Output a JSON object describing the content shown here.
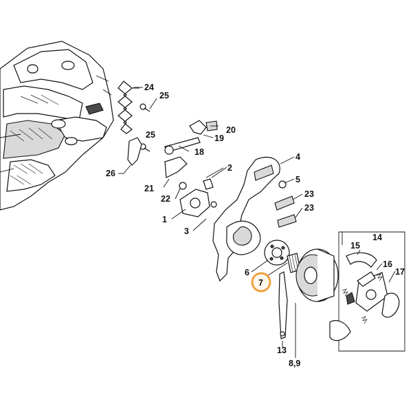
{
  "highlight_color": "#f0a040",
  "callouts": [
    {
      "id": "24",
      "text": "24"
    },
    {
      "id": "25a",
      "text": "25"
    },
    {
      "id": "20",
      "text": "20"
    },
    {
      "id": "19",
      "text": "19"
    },
    {
      "id": "25b",
      "text": "25"
    },
    {
      "id": "18",
      "text": "18"
    },
    {
      "id": "26",
      "text": "26"
    },
    {
      "id": "2",
      "text": "2"
    },
    {
      "id": "4",
      "text": "4"
    },
    {
      "id": "21",
      "text": "21"
    },
    {
      "id": "5",
      "text": "5"
    },
    {
      "id": "22",
      "text": "22"
    },
    {
      "id": "23a",
      "text": "23"
    },
    {
      "id": "23b",
      "text": "23"
    },
    {
      "id": "1",
      "text": "1"
    },
    {
      "id": "3",
      "text": "3"
    },
    {
      "id": "14",
      "text": "14"
    },
    {
      "id": "15",
      "text": "15"
    },
    {
      "id": "16",
      "text": "16"
    },
    {
      "id": "17",
      "text": "17"
    },
    {
      "id": "6",
      "text": "6"
    },
    {
      "id": "7",
      "text": "7",
      "highlighted": true
    },
    {
      "id": "13",
      "text": "13"
    },
    {
      "id": "89",
      "text": "8,9"
    }
  ]
}
